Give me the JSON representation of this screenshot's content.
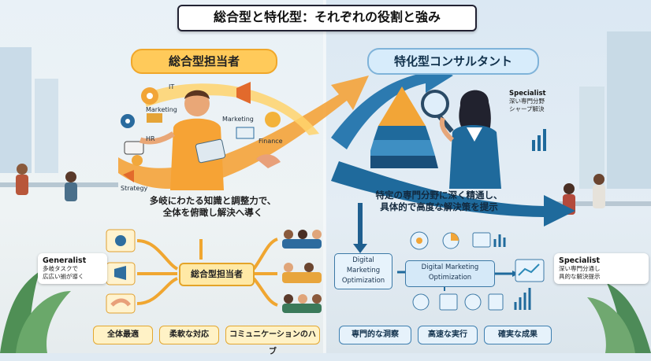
{
  "title": "総合型と特化型：それぞれの役割と強み",
  "left": {
    "heading": "総合型担当者",
    "tags": [
      "IT",
      "Marketing",
      "Marketing",
      "HR",
      "Finance",
      "Strategy"
    ],
    "caption_line1": "多岐にわたる知識と調整力で、",
    "caption_line2": "全体を俯瞰し解決へ導く",
    "hub": "総合型担当者",
    "side_title": "Generalist",
    "side_line1": "多岐タスクで",
    "side_line2": "広広い揃が導く",
    "badges": [
      "全体最適",
      "柔軟な対応",
      "コミュニケーションのハブ"
    ]
  },
  "right": {
    "heading": "特化型コンサルタント",
    "top_note_title": "Specialist",
    "top_note_line1": "深い専門分野",
    "top_note_line2": "シャープ解決",
    "caption_line1": "特定の専門分野に深く精通し、",
    "caption_line2": "具体的で高度な解決策を提示",
    "box1_line1": "Digital",
    "box1_line2": "Marketing",
    "box1_line3": "Optimization",
    "box2_line1": "Digital Marketing",
    "box2_line2": "Optimization",
    "side_title": "Specialist",
    "side_line1": "深い専門分通し",
    "side_line2": "具的な解決提示",
    "badges": [
      "専門的な洞察",
      "高速な実行",
      "確実な成果"
    ]
  },
  "colors": {
    "orange": "#f7a531",
    "yellow": "#ffd36b",
    "blue": "#1f6a9c",
    "teal": "#2d8bb8"
  }
}
